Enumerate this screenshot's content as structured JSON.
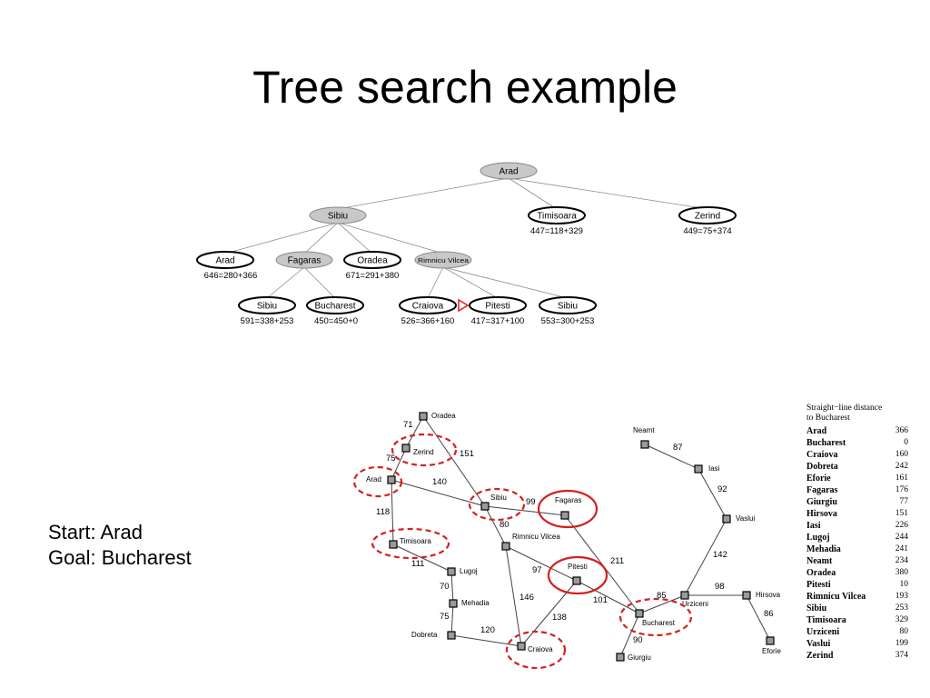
{
  "title": "Tree search example",
  "start_label": "Start: Arad",
  "goal_label": "Goal: Bucharest",
  "tree": {
    "nodes": [
      {
        "id": "n-arad-root",
        "label": "Arad",
        "shaded": true,
        "score": ""
      },
      {
        "id": "n-sibiu",
        "label": "Sibiu",
        "shaded": true,
        "score": ""
      },
      {
        "id": "n-timisoara",
        "label": "Timisoara",
        "shaded": false,
        "score": "447=118+329"
      },
      {
        "id": "n-zerind",
        "label": "Zerind",
        "shaded": false,
        "score": "449=75+374"
      },
      {
        "id": "n-arad2",
        "label": "Arad",
        "shaded": false,
        "score": "646=280+366"
      },
      {
        "id": "n-fagaras",
        "label": "Fagaras",
        "shaded": true,
        "score": ""
      },
      {
        "id": "n-oradea",
        "label": "Oradea",
        "shaded": false,
        "score": "671=291+380"
      },
      {
        "id": "n-rimnicu",
        "label": "Rimnicu Vilcea",
        "shaded": true,
        "score": ""
      },
      {
        "id": "n-sibiu2",
        "label": "Sibiu",
        "shaded": false,
        "score": "591=338+253"
      },
      {
        "id": "n-bucharest",
        "label": "Bucharest",
        "shaded": false,
        "score": "450=450+0"
      },
      {
        "id": "n-craiova",
        "label": "Craiova",
        "shaded": false,
        "score": "526=366+160"
      },
      {
        "id": "n-pitesti",
        "label": "Pitesti",
        "shaded": false,
        "score": "417=317+100"
      },
      {
        "id": "n-sibiu3",
        "label": "Sibiu",
        "shaded": false,
        "score": "553=300+253"
      }
    ]
  },
  "map": {
    "cities": [
      {
        "id": "c-oradea",
        "label": "Oradea",
        "circled": "none"
      },
      {
        "id": "c-zerind",
        "label": "Zerind",
        "circled": "dashed"
      },
      {
        "id": "c-arad",
        "label": "Arad",
        "circled": "dashed"
      },
      {
        "id": "c-sibiu",
        "label": "Sibiu",
        "circled": "dashed"
      },
      {
        "id": "c-fagaras",
        "label": "Fagaras",
        "circled": "solid"
      },
      {
        "id": "c-timisoara",
        "label": "Timisoara",
        "circled": "dashed"
      },
      {
        "id": "c-rimnicu",
        "label": "Rimnicu Vilcea",
        "circled": "none"
      },
      {
        "id": "c-lugoj",
        "label": "Lugoj",
        "circled": "none"
      },
      {
        "id": "c-pitesti",
        "label": "Pitesti",
        "circled": "solid"
      },
      {
        "id": "c-mehadia",
        "label": "Mehadia",
        "circled": "none"
      },
      {
        "id": "c-dobreta",
        "label": "Dobreta",
        "circled": "none"
      },
      {
        "id": "c-craiova",
        "label": "Craiova",
        "circled": "dashed"
      },
      {
        "id": "c-bucharest",
        "label": "Bucharest",
        "circled": "dashed"
      },
      {
        "id": "c-giurgiu",
        "label": "Giurgiu",
        "circled": "none"
      },
      {
        "id": "c-urziceni",
        "label": "Urziceni",
        "circled": "none"
      },
      {
        "id": "c-hirsova",
        "label": "Hirsova",
        "circled": "none"
      },
      {
        "id": "c-eforie",
        "label": "Eforie",
        "circled": "none"
      },
      {
        "id": "c-vaslui",
        "label": "Vaslui",
        "circled": "none"
      },
      {
        "id": "c-iasi",
        "label": "Iasi",
        "circled": "none"
      },
      {
        "id": "c-neamt",
        "label": "Neamt",
        "circled": "none"
      }
    ],
    "roads": [
      {
        "id": "r-oradea-zerind",
        "distance": "71"
      },
      {
        "id": "r-zerind-arad",
        "distance": "75"
      },
      {
        "id": "r-oradea-sibiu",
        "distance": "151"
      },
      {
        "id": "r-arad-sibiu",
        "distance": "140"
      },
      {
        "id": "r-arad-timisoara",
        "distance": "118"
      },
      {
        "id": "r-sibiu-fagaras",
        "distance": "99"
      },
      {
        "id": "r-sibiu-rimnicu",
        "distance": "80"
      },
      {
        "id": "r-timisoara-lugoj",
        "distance": "111"
      },
      {
        "id": "r-lugoj-mehadia",
        "distance": "70"
      },
      {
        "id": "r-mehadia-dobreta",
        "distance": "75"
      },
      {
        "id": "r-dobreta-craiova",
        "distance": "120"
      },
      {
        "id": "r-rimnicu-craiova",
        "distance": "146"
      },
      {
        "id": "r-rimnicu-pitesti",
        "distance": "97"
      },
      {
        "id": "r-craiova-pitesti",
        "distance": "138"
      },
      {
        "id": "r-pitesti-bucharest",
        "distance": "101"
      },
      {
        "id": "r-fagaras-bucharest",
        "distance": "211"
      },
      {
        "id": "r-bucharest-giurgiu",
        "distance": "90"
      },
      {
        "id": "r-bucharest-urziceni",
        "distance": "85"
      },
      {
        "id": "r-urziceni-hirsova",
        "distance": "98"
      },
      {
        "id": "r-hirsova-eforie",
        "distance": "86"
      },
      {
        "id": "r-urziceni-vaslui",
        "distance": "142"
      },
      {
        "id": "r-vaslui-iasi",
        "distance": "92"
      },
      {
        "id": "r-iasi-neamt",
        "distance": "87"
      }
    ]
  },
  "sld_table": {
    "header_line1": "Straight−line distance",
    "header_line2": "to Bucharest",
    "rows": [
      {
        "city": "Arad",
        "value": "366"
      },
      {
        "city": "Bucharest",
        "value": "0"
      },
      {
        "city": "Craiova",
        "value": "160"
      },
      {
        "city": "Dobreta",
        "value": "242"
      },
      {
        "city": "Eforie",
        "value": "161"
      },
      {
        "city": "Fagaras",
        "value": "176"
      },
      {
        "city": "Giurgiu",
        "value": "77"
      },
      {
        "city": "Hirsova",
        "value": "151"
      },
      {
        "city": "Iasi",
        "value": "226"
      },
      {
        "city": "Lugoj",
        "value": "244"
      },
      {
        "city": "Mehadia",
        "value": "241"
      },
      {
        "city": "Neamt",
        "value": "234"
      },
      {
        "city": "Oradea",
        "value": "380"
      },
      {
        "city": "Pitesti",
        "value": "10"
      },
      {
        "city": "Rimnicu Vilcea",
        "value": "193"
      },
      {
        "city": "Sibiu",
        "value": "253"
      },
      {
        "city": "Timisoara",
        "value": "329"
      },
      {
        "city": "Urziceni",
        "value": "80"
      },
      {
        "city": "Vaslui",
        "value": "199"
      },
      {
        "city": "Zerind",
        "value": "374"
      }
    ]
  },
  "colors": {
    "highlight_circle": "#d42020",
    "shaded_node": "#c8c8c8",
    "city_marker": "#9a9a9a",
    "edge": "#444444"
  }
}
